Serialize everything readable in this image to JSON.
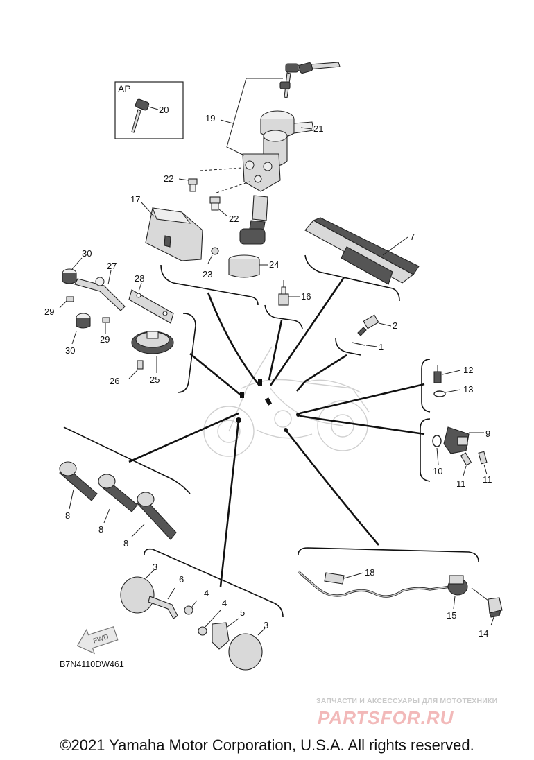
{
  "labels": {
    "p1": "1",
    "p2": "2",
    "p3a": "3",
    "p3b": "3",
    "p4a": "4",
    "p4b": "4",
    "p5": "5",
    "p6": "6",
    "p7": "7",
    "p8a": "8",
    "p8b": "8",
    "p8c": "8",
    "p9": "9",
    "p10": "10",
    "p11a": "11",
    "p11b": "11",
    "p12": "12",
    "p13": "13",
    "p14": "14",
    "p15": "15",
    "p16": "16",
    "p17": "17",
    "p18": "18",
    "p19": "19",
    "p20": "20",
    "p21": "21",
    "p22a": "22",
    "p22b": "22",
    "p23": "23",
    "p24": "24",
    "p25": "25",
    "p26": "26",
    "p27": "27",
    "p28": "28",
    "p29a": "29",
    "p29b": "29",
    "p30a": "30",
    "p30b": "30"
  },
  "ap_box": {
    "label": "AP"
  },
  "fwd": "FWD",
  "diagram_code": "B7N4110DW461",
  "watermark": {
    "tagline": "ЗАПЧАСТИ И АКСЕССУАРЫ ДЛЯ МОТОТЕХНИКИ",
    "logo": "PARTSFOR.RU"
  },
  "copyright": "©2021 Yamaha Motor Corporation, U.S.A. All rights reserved."
}
